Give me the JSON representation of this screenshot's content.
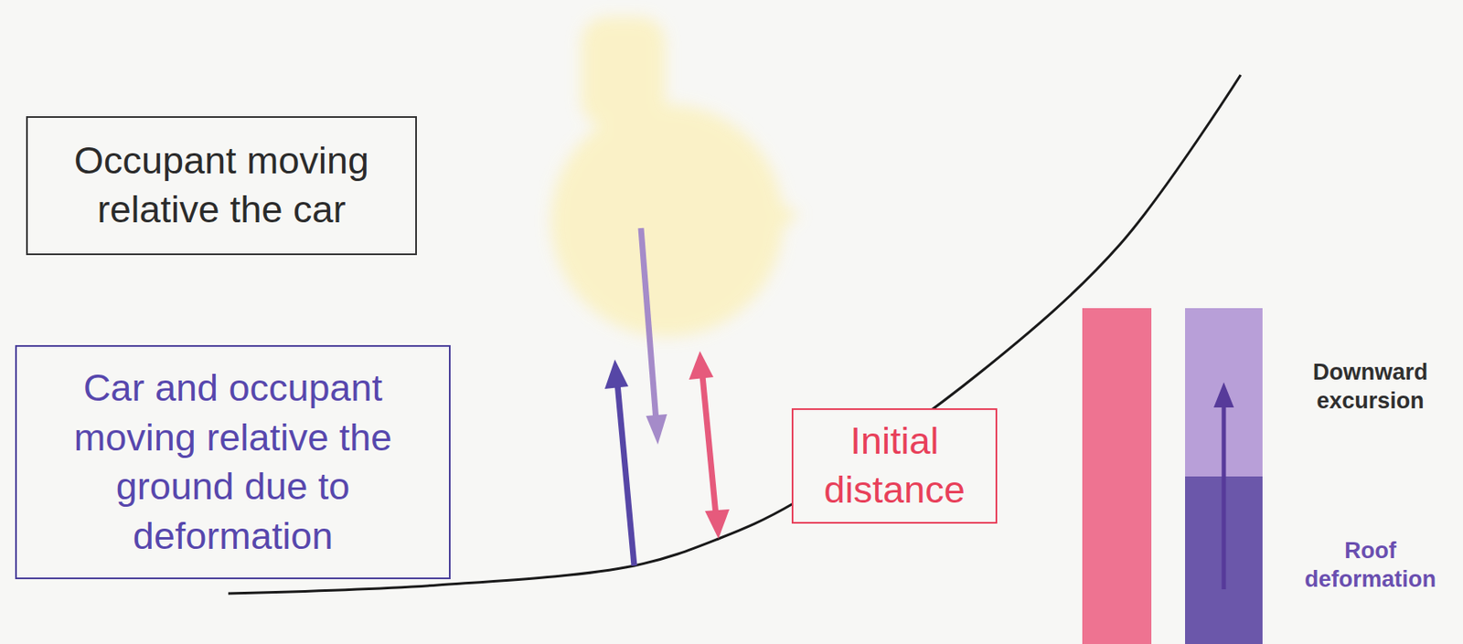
{
  "diagram": {
    "nodes": [
      {
        "text": [
          "Occupant moving relative the car"
        ]
      },
      {
        "text": [
          "Car and occupant moving relative the ground due to deformation"
        ]
      },
      {
        "text": [
          "Initial distance"
        ]
      }
    ],
    "labels": [
      "Downward excursion",
      "Roof deformation"
    ]
  }
}
